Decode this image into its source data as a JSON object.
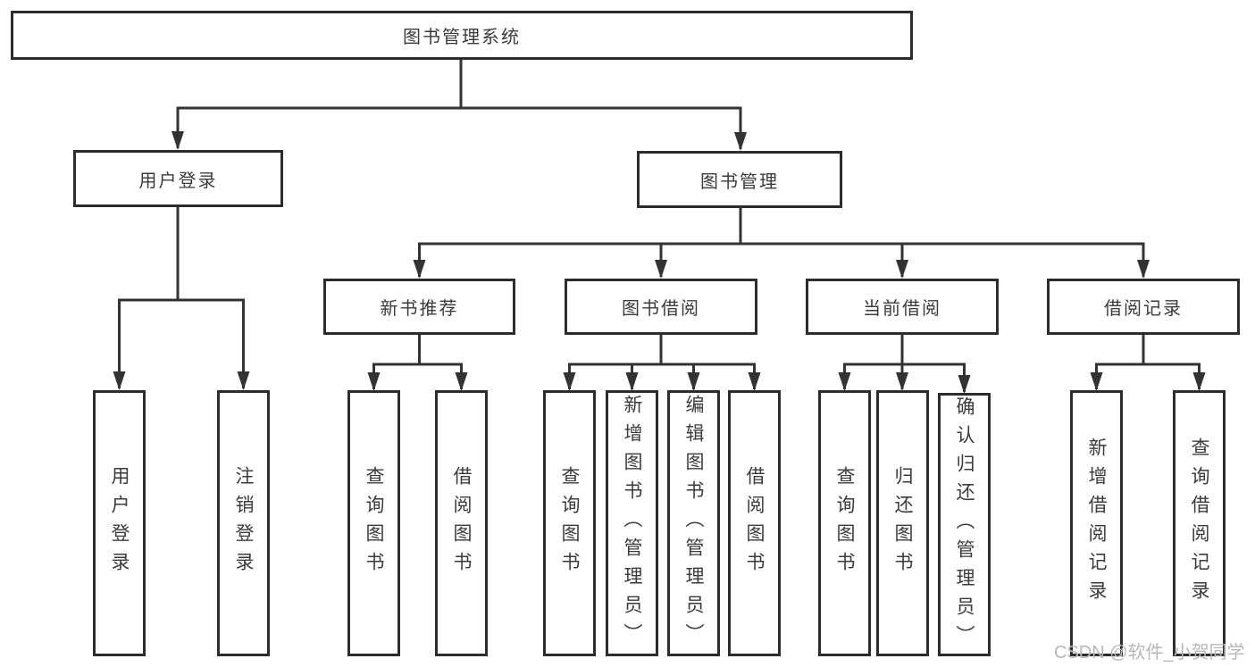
{
  "diagram": {
    "root": {
      "label": "图书管理系统"
    },
    "branches": [
      {
        "label": "用户登录",
        "leaves": [
          {
            "label": "用户登录"
          },
          {
            "label": "注销登录"
          }
        ]
      },
      {
        "label": "图书管理",
        "children": [
          {
            "label": "新书推荐",
            "leaves": [
              {
                "label": "查询图书"
              },
              {
                "label": "借阅图书"
              }
            ]
          },
          {
            "label": "图书借阅",
            "leaves": [
              {
                "label": "查询图书"
              },
              {
                "label": "新增图书（管理员）"
              },
              {
                "label": "编辑图书（管理员）"
              },
              {
                "label": "借阅图书"
              }
            ]
          },
          {
            "label": "当前借阅",
            "leaves": [
              {
                "label": "查询图书"
              },
              {
                "label": "归还图书"
              },
              {
                "label": "确认归还（管理员）"
              }
            ]
          },
          {
            "label": "借阅记录",
            "leaves": [
              {
                "label": "新增借阅记录"
              },
              {
                "label": "查询借阅记录"
              }
            ]
          }
        ]
      }
    ]
  },
  "watermark": {
    "text": "CSDN @软件_小贺同学"
  },
  "colors": {
    "line": "#333333",
    "box_border": "#2d2d2d",
    "text": "#3b3b3b",
    "watermark": "#b7b7b7",
    "background": "#ffffff"
  }
}
